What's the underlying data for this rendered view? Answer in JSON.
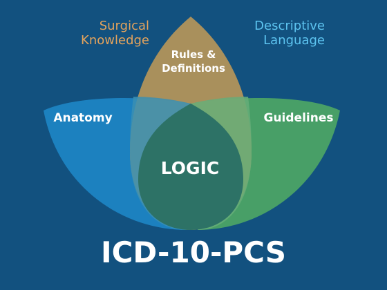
{
  "diagram": {
    "title": "ICD-10-PCS",
    "center_label": "LOGIC",
    "petals": [
      {
        "id": "anatomy",
        "label": "Anatomy",
        "color": "#1e86c7"
      },
      {
        "id": "rules",
        "label_lines": [
          "Rules &",
          "Definitions"
        ],
        "color": "#c49b56"
      },
      {
        "id": "guidelines",
        "label": "Guidelines",
        "color": "#4fa765"
      }
    ],
    "annotations": {
      "surgical_knowledge": [
        "Surgical",
        "Knowledge"
      ],
      "descriptive_language": [
        "Descriptive",
        "Language"
      ]
    },
    "colors": {
      "background": "#12517f",
      "annotation_orange": "#e4a35c",
      "annotation_blue": "#5dc4f0",
      "center": "#2d7266"
    }
  }
}
